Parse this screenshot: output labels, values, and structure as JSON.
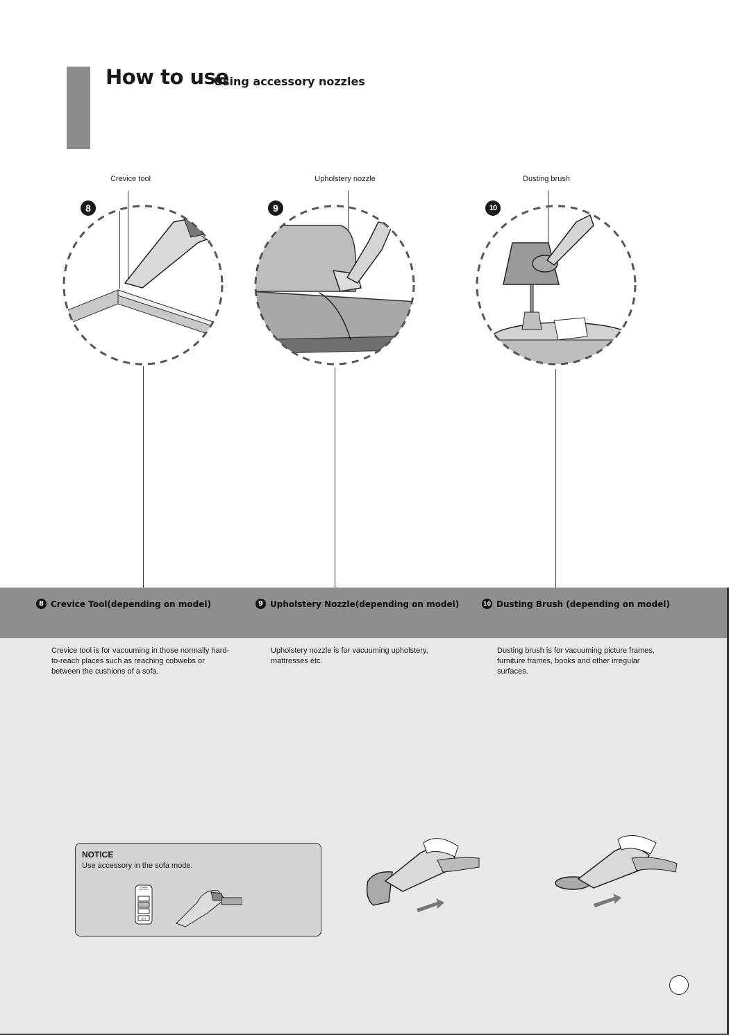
{
  "header": {
    "title": "How to use",
    "subtitle": "Using accessory nozzles"
  },
  "callouts": {
    "crevice": "Crevice tool",
    "upholstery": "Upholstery nozzle",
    "dusting": "Dusting brush"
  },
  "steps": [
    {
      "number": "8",
      "heading": "Crevice Tool(depending on model)",
      "description": "Crevice tool is for vacuuming in those normally hard-to-reach places such as reaching cobwebs or between the cushions of a sofa."
    },
    {
      "number": "9",
      "heading": "Upholstery Nozzle(depending on model)",
      "description": "Upholstery nozzle is for vacuuming upholstery, mattresses etc."
    },
    {
      "number": "10",
      "heading": "Dusting Brush (depending on model)",
      "description": "Dusting brush is for vacuuming picture frames, furniture frames, books and other irregular surfaces."
    }
  ],
  "notice": {
    "title": "NOTICE",
    "text": "Use accessory in the sofa mode."
  },
  "power_control": {
    "label": "POWER CONTROL",
    "off_label": "OFF"
  },
  "colors": {
    "section_band": "#8e8e8e",
    "side_tab": "#8c8c8c",
    "lower_panel": "#e8e8e8",
    "notice_box": "#d4d4d4"
  }
}
